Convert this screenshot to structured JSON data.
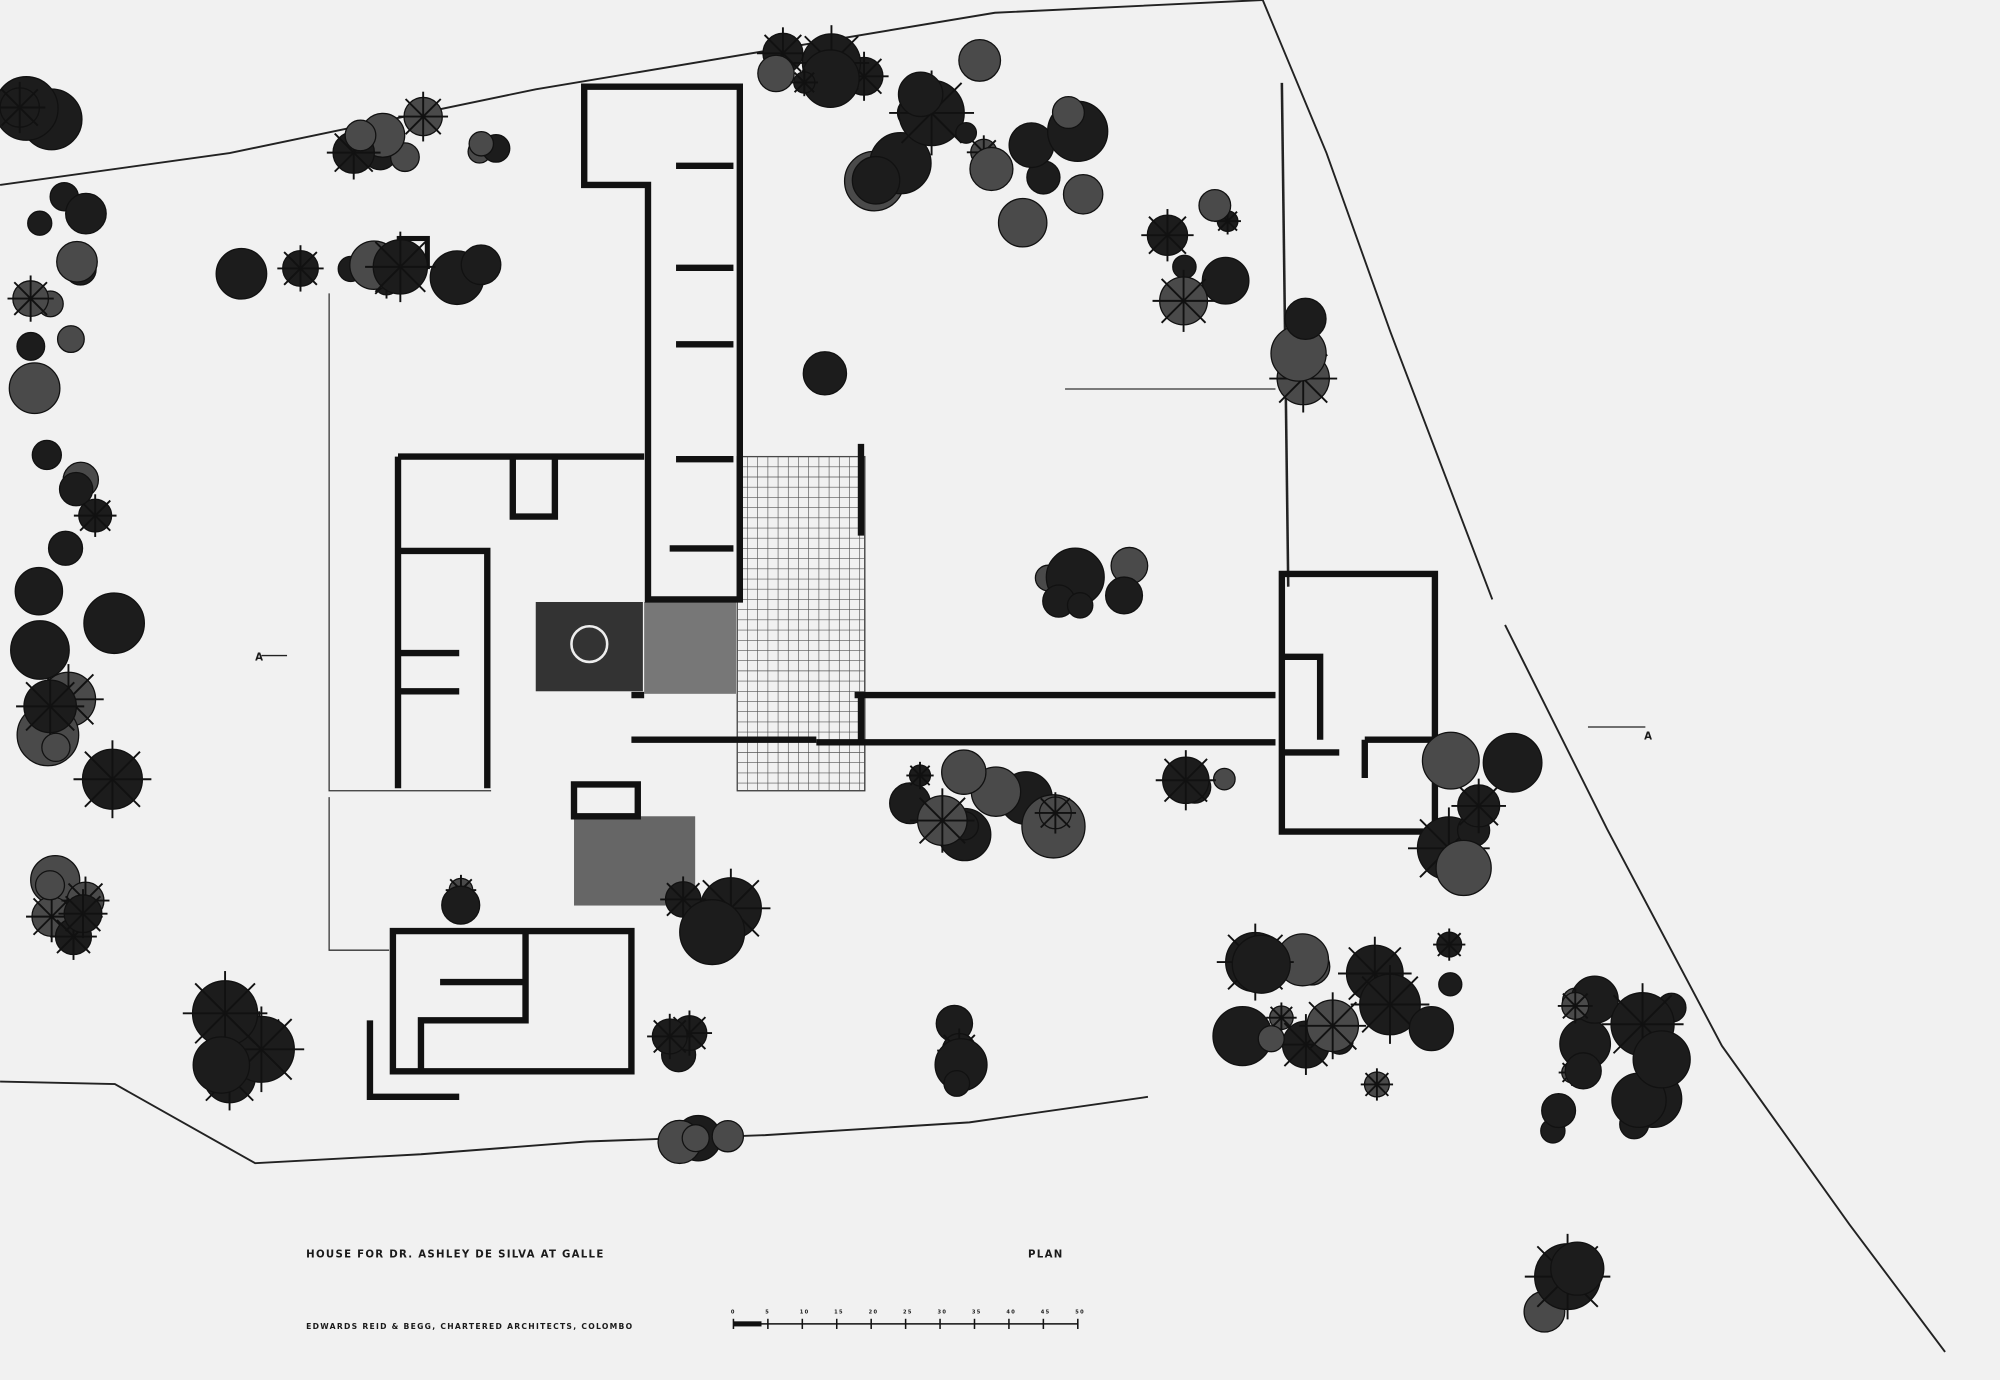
{
  "drawing": {
    "title": "HOUSE FOR DR. ASHLEY DE SILVA AT GALLE",
    "view_label": "PLAN",
    "credit": "EDWARDS REID & BEGG, CHARTERED ARCHITECTS, COLOMBO",
    "scale_ticks": [
      "0",
      "5",
      "10",
      "15",
      "20",
      "25",
      "30",
      "35",
      "40",
      "45",
      "50"
    ],
    "section_marker_left": "A",
    "section_marker_right": "A"
  },
  "colors": {
    "paper": "#f1f1f1",
    "ink": "#141414"
  }
}
